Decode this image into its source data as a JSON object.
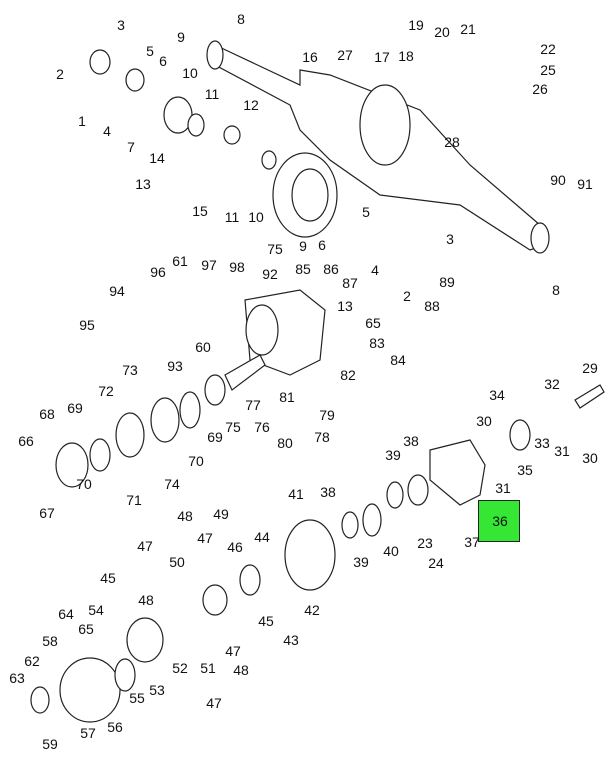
{
  "diagram": {
    "type": "exploded-parts-diagram",
    "highlight_color": "#35e635",
    "highlighted_callout": "36",
    "callouts": [
      "1",
      "2",
      "3",
      "4",
      "5",
      "6",
      "7",
      "8",
      "9",
      "10",
      "11",
      "12",
      "13",
      "14",
      "15",
      "11",
      "10",
      "75",
      "9",
      "6",
      "5",
      "16",
      "27",
      "17",
      "18",
      "19",
      "20",
      "21",
      "22",
      "25",
      "26",
      "28",
      "90",
      "91",
      "3",
      "86",
      "87",
      "4",
      "2",
      "88",
      "89",
      "8",
      "61",
      "97",
      "98",
      "96",
      "94",
      "92",
      "85",
      "13",
      "95",
      "93",
      "60",
      "65",
      "83",
      "84",
      "82",
      "73",
      "72",
      "69",
      "68",
      "66",
      "67",
      "70",
      "71",
      "74",
      "70",
      "69",
      "75",
      "77",
      "76",
      "80",
      "81",
      "78",
      "79",
      "29",
      "34",
      "32",
      "30",
      "38",
      "39",
      "33",
      "31",
      "35",
      "30",
      "31",
      "36",
      "23",
      "37",
      "24",
      "41",
      "38",
      "39",
      "40",
      "48",
      "49",
      "47",
      "46",
      "44",
      "47",
      "50",
      "45",
      "48",
      "42",
      "45",
      "43",
      "64",
      "54",
      "65",
      "58",
      "47",
      "52",
      "51",
      "48",
      "47",
      "53",
      "55",
      "62",
      "63",
      "56",
      "57",
      "59"
    ]
  }
}
